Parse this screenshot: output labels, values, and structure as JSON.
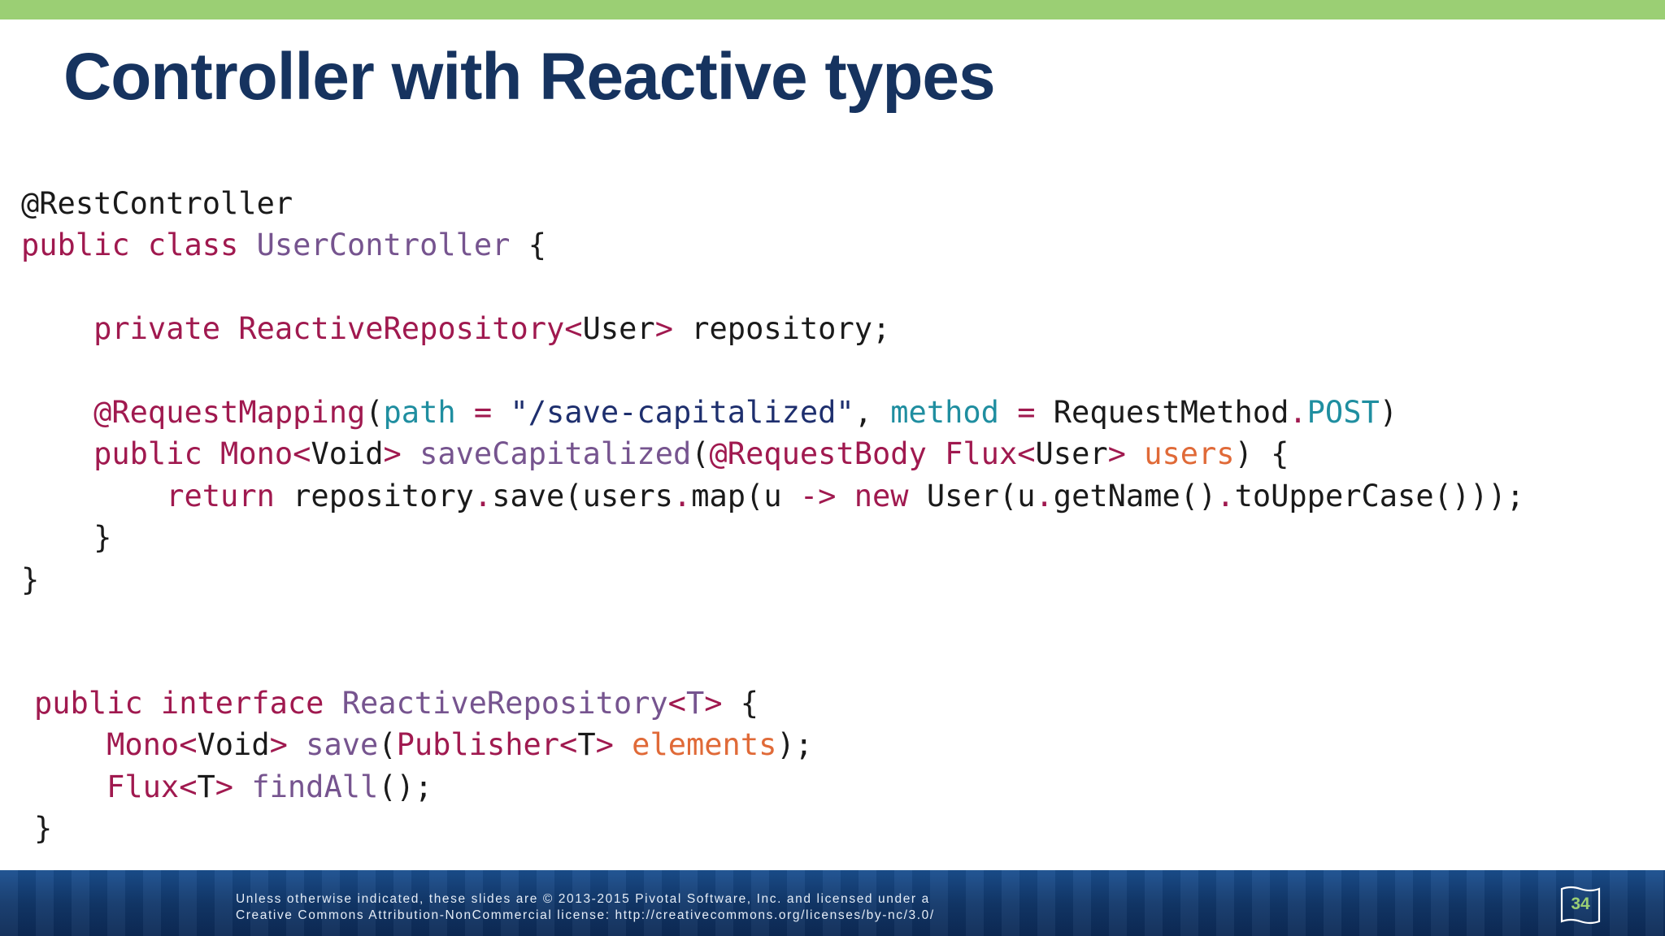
{
  "slide": {
    "title": "Controller with Reactive types",
    "accent_color": "#9bcf74",
    "title_color": "#16335f",
    "footer_color": "#12386b"
  },
  "code_controller": [
    [
      [
        "plain",
        "@RestController"
      ]
    ],
    [
      [
        "kw",
        "public class "
      ],
      [
        "cls",
        "UserController"
      ],
      [
        "plain",
        " {"
      ]
    ],
    [],
    [
      [
        "plain",
        "    "
      ],
      [
        "kw",
        "private "
      ],
      [
        "type",
        "ReactiveRepository"
      ],
      [
        "op",
        "<"
      ],
      [
        "plain",
        "User"
      ],
      [
        "op",
        ">"
      ],
      [
        "plain",
        " repository;"
      ]
    ],
    [],
    [
      [
        "plain",
        "    "
      ],
      [
        "ann",
        "@RequestMapping"
      ],
      [
        "plain",
        "("
      ],
      [
        "param",
        "path"
      ],
      [
        "op",
        " = "
      ],
      [
        "string",
        "\"/save-capitalized\""
      ],
      [
        "plain",
        ", "
      ],
      [
        "param",
        "method"
      ],
      [
        "op",
        " = "
      ],
      [
        "plain",
        "RequestMethod"
      ],
      [
        "op",
        "."
      ],
      [
        "field",
        "POST"
      ],
      [
        "plain",
        ")"
      ]
    ],
    [
      [
        "plain",
        "    "
      ],
      [
        "kw",
        "public "
      ],
      [
        "type",
        "Mono"
      ],
      [
        "op",
        "<"
      ],
      [
        "plain",
        "Void"
      ],
      [
        "op",
        ">"
      ],
      [
        "plain",
        " "
      ],
      [
        "meth",
        "saveCapitalized"
      ],
      [
        "plain",
        "("
      ],
      [
        "ann",
        "@RequestBody "
      ],
      [
        "type",
        "Flux"
      ],
      [
        "op",
        "<"
      ],
      [
        "plain",
        "User"
      ],
      [
        "op",
        ">"
      ],
      [
        "plain",
        " "
      ],
      [
        "var",
        "users"
      ],
      [
        "plain",
        ") {"
      ]
    ],
    [
      [
        "plain",
        "        "
      ],
      [
        "kw",
        "return "
      ],
      [
        "plain",
        "repository"
      ],
      [
        "op",
        "."
      ],
      [
        "plain",
        "save(users"
      ],
      [
        "op",
        "."
      ],
      [
        "plain",
        "map(u "
      ],
      [
        "op",
        "->"
      ],
      [
        "plain",
        " "
      ],
      [
        "kw",
        "new "
      ],
      [
        "plain",
        "User(u"
      ],
      [
        "op",
        "."
      ],
      [
        "plain",
        "getName()"
      ],
      [
        "op",
        "."
      ],
      [
        "plain",
        "toUpperCase()));"
      ]
    ],
    [
      [
        "plain",
        "    }"
      ]
    ],
    [
      [
        "plain",
        "}"
      ]
    ]
  ],
  "code_interface": [
    [
      [
        "kw",
        "public interface "
      ],
      [
        "cls",
        "ReactiveRepository"
      ],
      [
        "op",
        "<"
      ],
      [
        "cls",
        "T"
      ],
      [
        "op",
        ">"
      ],
      [
        "plain",
        " {"
      ]
    ],
    [
      [
        "plain",
        "    "
      ],
      [
        "type",
        "Mono"
      ],
      [
        "op",
        "<"
      ],
      [
        "plain",
        "Void"
      ],
      [
        "op",
        ">"
      ],
      [
        "plain",
        " "
      ],
      [
        "meth",
        "save"
      ],
      [
        "plain",
        "("
      ],
      [
        "type",
        "Publisher"
      ],
      [
        "op",
        "<"
      ],
      [
        "plain",
        "T"
      ],
      [
        "op",
        ">"
      ],
      [
        "plain",
        " "
      ],
      [
        "var",
        "elements"
      ],
      [
        "plain",
        ");"
      ]
    ],
    [
      [
        "plain",
        "    "
      ],
      [
        "type",
        "Flux"
      ],
      [
        "op",
        "<"
      ],
      [
        "plain",
        "T"
      ],
      [
        "op",
        ">"
      ],
      [
        "plain",
        " "
      ],
      [
        "meth",
        "findAll"
      ],
      [
        "plain",
        "();"
      ]
    ],
    [
      [
        "plain",
        "}"
      ]
    ]
  ],
  "footer": {
    "line1": "Unless otherwise indicated, these slides are © 2013-2015 Pivotal Software, Inc. and licensed under a",
    "line2": "Creative Commons Attribution-NonCommercial license: http://creativecommons.org/licenses/by-nc/3.0/",
    "page_number": "34",
    "page_icon": "flag-page-icon"
  }
}
